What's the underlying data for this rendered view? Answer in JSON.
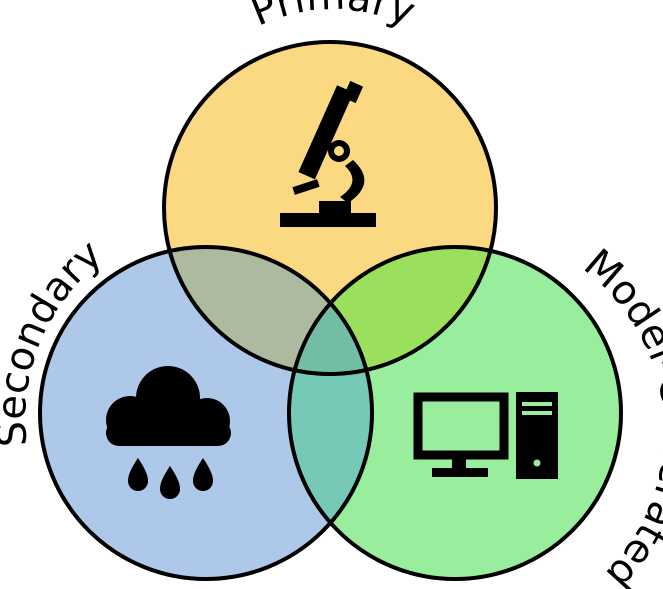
{
  "diagram": {
    "type": "venn",
    "sets": [
      {
        "id": "primary",
        "label": "Primary",
        "icon": "microscope-icon",
        "color": "#fbd982"
      },
      {
        "id": "secondary",
        "label": "Secondary",
        "icon": "rain-cloud-icon",
        "color": "#adc8e9"
      },
      {
        "id": "model",
        "label": "Model-Generated",
        "icon": "desktop-computer-icon",
        "color": "#98ee9c"
      }
    ],
    "overlap_colors": {
      "primary_secondary": "#acbba0",
      "primary_model": "#9be05d",
      "secondary_model": "#77c9b7",
      "all": "#72bea2"
    }
  }
}
